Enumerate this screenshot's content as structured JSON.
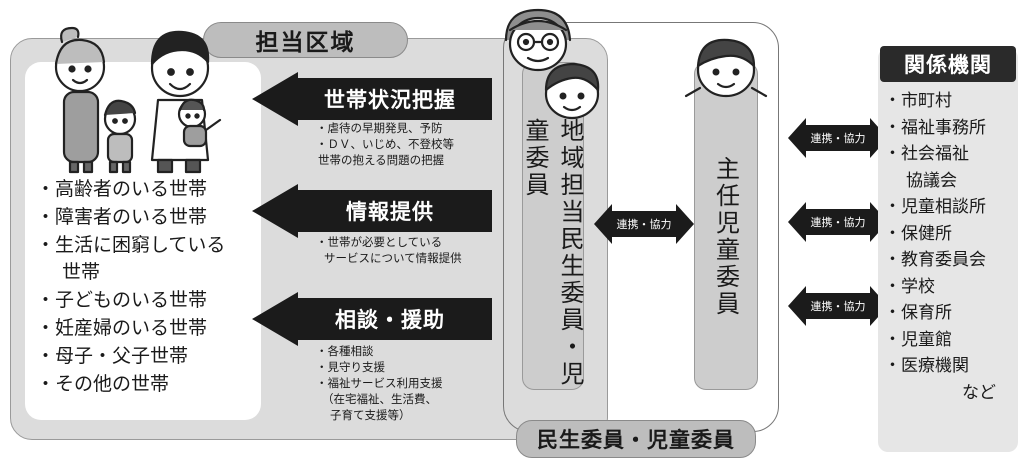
{
  "area_label": "担当区域",
  "households": [
    {
      "text": "・高齢者のいる世帯",
      "cont": false
    },
    {
      "text": "・障害者のいる世帯",
      "cont": false
    },
    {
      "text": "・生活に困窮している",
      "cont": false
    },
    {
      "text": "世帯",
      "cont": true
    },
    {
      "text": "・子どものいる世帯",
      "cont": false
    },
    {
      "text": "・妊産婦のいる世帯",
      "cont": false
    },
    {
      "text": "・母子・父子世帯",
      "cont": false
    },
    {
      "text": "・その他の世帯",
      "cont": false
    }
  ],
  "roles": [
    {
      "label": "世帯状況把握",
      "details": [
        "・虐待の早期発見、予防",
        "・ＤＶ、いじめ、不登校等",
        "世帯の抱える問題の把握"
      ]
    },
    {
      "label": "情報提供",
      "details": [
        "・世帯が必要としている",
        "サービスについて情報提供"
      ]
    },
    {
      "label": "相談・援助",
      "details": [
        "・各種相談",
        "・見守り支援",
        "・福祉サービス利用支援",
        "（在宅福祉、生活費、",
        "子育て支援等）"
      ]
    }
  ],
  "area_commissioner": "地域担当民生委員・児童委員",
  "chief_commissioner": "主任児童委員",
  "cooperation_label": "連携・協力",
  "bottom_label": "民生委員・児童委員",
  "agencies_title": "関係機関",
  "agencies": [
    {
      "text": "・市町村",
      "kind": "item"
    },
    {
      "text": "・福祉事務所",
      "kind": "item"
    },
    {
      "text": "・社会福祉",
      "kind": "item"
    },
    {
      "text": "協議会",
      "kind": "cont"
    },
    {
      "text": "・児童相談所",
      "kind": "item"
    },
    {
      "text": "・保健所",
      "kind": "item"
    },
    {
      "text": "・教育委員会",
      "kind": "item"
    },
    {
      "text": "・学校",
      "kind": "item"
    },
    {
      "text": "・保育所",
      "kind": "item"
    },
    {
      "text": "・児童館",
      "kind": "item"
    },
    {
      "text": "・医療機関",
      "kind": "item"
    },
    {
      "text": "など",
      "kind": "tail"
    }
  ],
  "icons": [
    "family-illustration",
    "senior-commissioner-illustration",
    "commissioner-woman-illustration",
    "chief-commissioner-illustration"
  ]
}
